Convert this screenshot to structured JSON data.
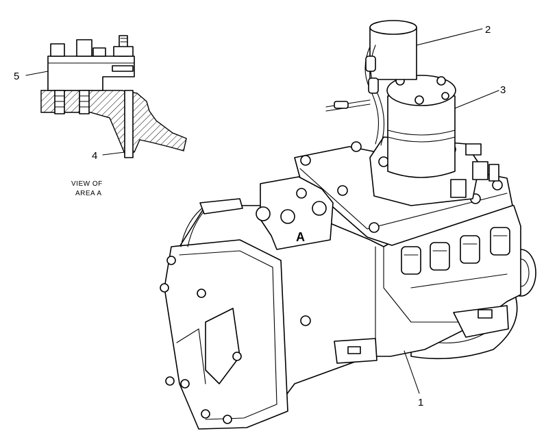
{
  "callouts": [
    {
      "id": "1",
      "label": "1"
    },
    {
      "id": "2",
      "label": "2"
    },
    {
      "id": "3",
      "label": "3"
    },
    {
      "id": "4",
      "label": "4"
    },
    {
      "id": "5",
      "label": "5"
    }
  ],
  "detail_view": {
    "caption_line1": "VIEW OF",
    "caption_line2": "AREA A"
  },
  "area_marker": "A"
}
